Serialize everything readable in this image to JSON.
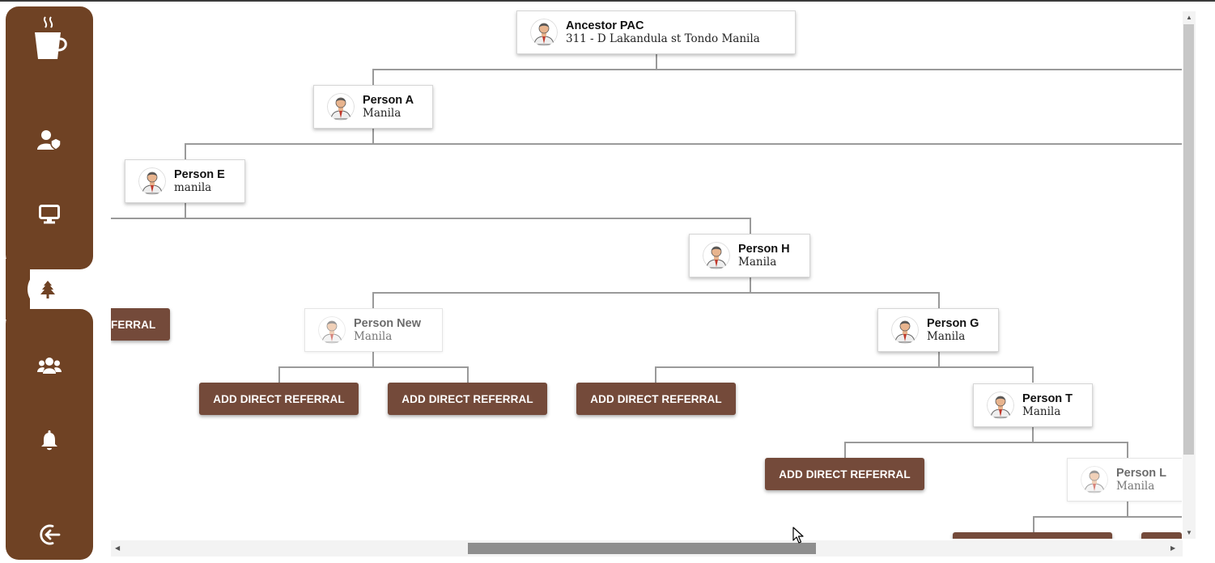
{
  "sidebar": {
    "items": [
      {
        "icon": "coffee-cup-logo-icon"
      },
      {
        "icon": "user-shield-icon"
      },
      {
        "icon": "monitor-icon"
      },
      {
        "icon": "tree-icon",
        "active": true
      },
      {
        "icon": "users-group-icon"
      },
      {
        "icon": "bell-icon"
      },
      {
        "icon": "logout-icon"
      }
    ]
  },
  "tree": {
    "nodes": {
      "ancestor": {
        "name": "Ancestor PAC",
        "address": "311 - D Lakandula st Tondo Manila"
      },
      "person_a": {
        "name": "Person A",
        "address": "Manila"
      },
      "person_e": {
        "name": "Person E",
        "address": "manila"
      },
      "person_h": {
        "name": "Person H",
        "address": "Manila"
      },
      "person_new": {
        "name": "Person New",
        "address": "Manila"
      },
      "person_g": {
        "name": "Person G",
        "address": "Manila"
      },
      "person_t": {
        "name": "Person T",
        "address": "Manila"
      },
      "person_l": {
        "name": "Person L",
        "address": "Manila"
      }
    },
    "buttons": {
      "add_referral": "ADD DIRECT REFERRAL",
      "partial_left": "FERRAL"
    }
  },
  "colors": {
    "sidebar": "#6f4224",
    "button": "#744a3a",
    "connector": "#9a9a9a"
  }
}
